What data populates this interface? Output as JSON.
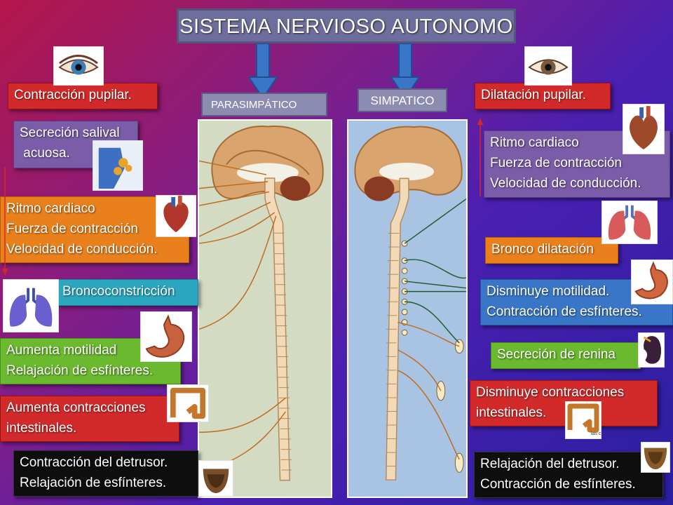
{
  "title": "SISTEMA NERVIOSO AUTONOMO",
  "headers": {
    "parasympathetic": "PARASIMPÁTICO",
    "sympathetic": "SIMPATICO"
  },
  "left_effects": [
    {
      "lines": [
        "Contracción pupilar."
      ]
    },
    {
      "lines": [
        "Secreción salival",
        " acuosa."
      ]
    },
    {
      "lines": [
        "Ritmo cardiaco",
        "Fuerza de contracción",
        "Velocidad de conducción."
      ]
    },
    {
      "lines": [
        "Broncoconstricción"
      ]
    },
    {
      "lines": [
        "Aumenta motilidad",
        "Relajación de esfínteres."
      ]
    },
    {
      "lines": [
        "Aumenta contracciones",
        "intestinales."
      ]
    },
    {
      "lines": [
        "Contracción del detrusor.",
        "Relajación de esfínteres."
      ]
    }
  ],
  "right_effects": [
    {
      "lines": [
        "Dilatación pupilar."
      ]
    },
    {
      "lines": [
        "Ritmo cardiaco",
        "Fuerza de contracción",
        "Velocidad de conducción."
      ]
    },
    {
      "lines": [
        "Bronco dilatación"
      ]
    },
    {
      "lines": [
        "Disminuye motilidad.",
        "Contracción de esfínteres."
      ]
    },
    {
      "lines": [
        "Secreción de renina"
      ]
    },
    {
      "lines": [
        "Disminuye contracciones",
        "intestinales."
      ]
    },
    {
      "lines": [
        "Relajación del detrusor.",
        "Contracción de esfínteres."
      ]
    }
  ],
  "image_text": {
    "colon_right_caption": "las c"
  },
  "colors": {
    "red": "#d22a2a",
    "purple": "#7a5ca8",
    "orange": "#e9801c",
    "teal": "#2aa6bf",
    "green": "#6bb92e",
    "blue": "#3a76c7",
    "black": "#0e0e0e",
    "para_panel": "#d3dcc2",
    "symp_panel": "#a9c4e2"
  },
  "icons": [
    "eye-icon",
    "salivary-gland-icon",
    "heart-icon",
    "lungs-icon",
    "stomach-icon",
    "colon-icon",
    "bladder-icon",
    "kidney-icon",
    "arrow-down-icon"
  ]
}
